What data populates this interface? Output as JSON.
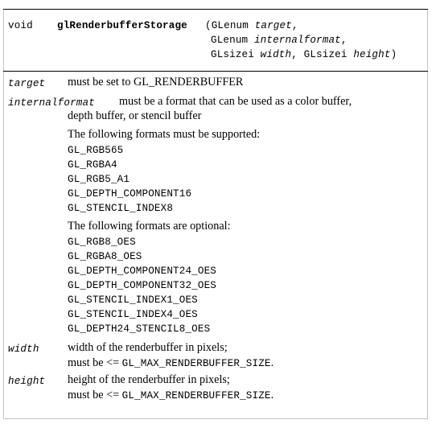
{
  "signature": {
    "return_type": "void",
    "function_name": "glRenderbufferStorage",
    "open_paren": "(",
    "arg1_type": "GLenum",
    "arg1_name": "target",
    "arg2_type": "GLenum",
    "arg2_name": "internalformat",
    "arg3_type": "GLsizei",
    "arg3_name": "width",
    "arg4_type": "GLsizei",
    "arg4_name": "height",
    "close_paren": ")"
  },
  "params": {
    "target": {
      "name": "target",
      "desc": "must be set to GL_RENDERBUFFER"
    },
    "internalformat": {
      "name": "internalformat",
      "desc_line1": "must be a format that can be used as a color buffer,",
      "desc_line2": "depth buffer, or stencil buffer",
      "required_heading": "The following formats must be supported:",
      "required_formats": [
        "GL_RGB565",
        "GL_RGBA4",
        "GL_RGB5_A1",
        "GL_DEPTH_COMPONENT16",
        "GL_STENCIL_INDEX8"
      ],
      "optional_heading": "The following formats are optional:",
      "optional_formats": [
        "GL_RGB8_OES",
        "GL_RGBA8_OES",
        "GL_DEPTH_COMPONENT24_OES",
        "GL_DEPTH_COMPONENT32_OES",
        "GL_STENCIL_INDEX1_OES",
        "GL_STENCIL_INDEX4_OES",
        "GL_DEPTH24_STENCIL8_OES"
      ]
    },
    "width": {
      "name": "width",
      "desc_line1": "width of the renderbuffer in pixels;",
      "desc_prefix": "must be <= ",
      "desc_const": "GL_MAX_RENDERBUFFER_SIZE",
      "desc_suffix": "."
    },
    "height": {
      "name": "height",
      "desc_line1": "height of the renderbuffer in pixels;",
      "desc_prefix": "must be <= ",
      "desc_const": "GL_MAX_RENDERBUFFER_SIZE",
      "desc_suffix": "."
    }
  }
}
